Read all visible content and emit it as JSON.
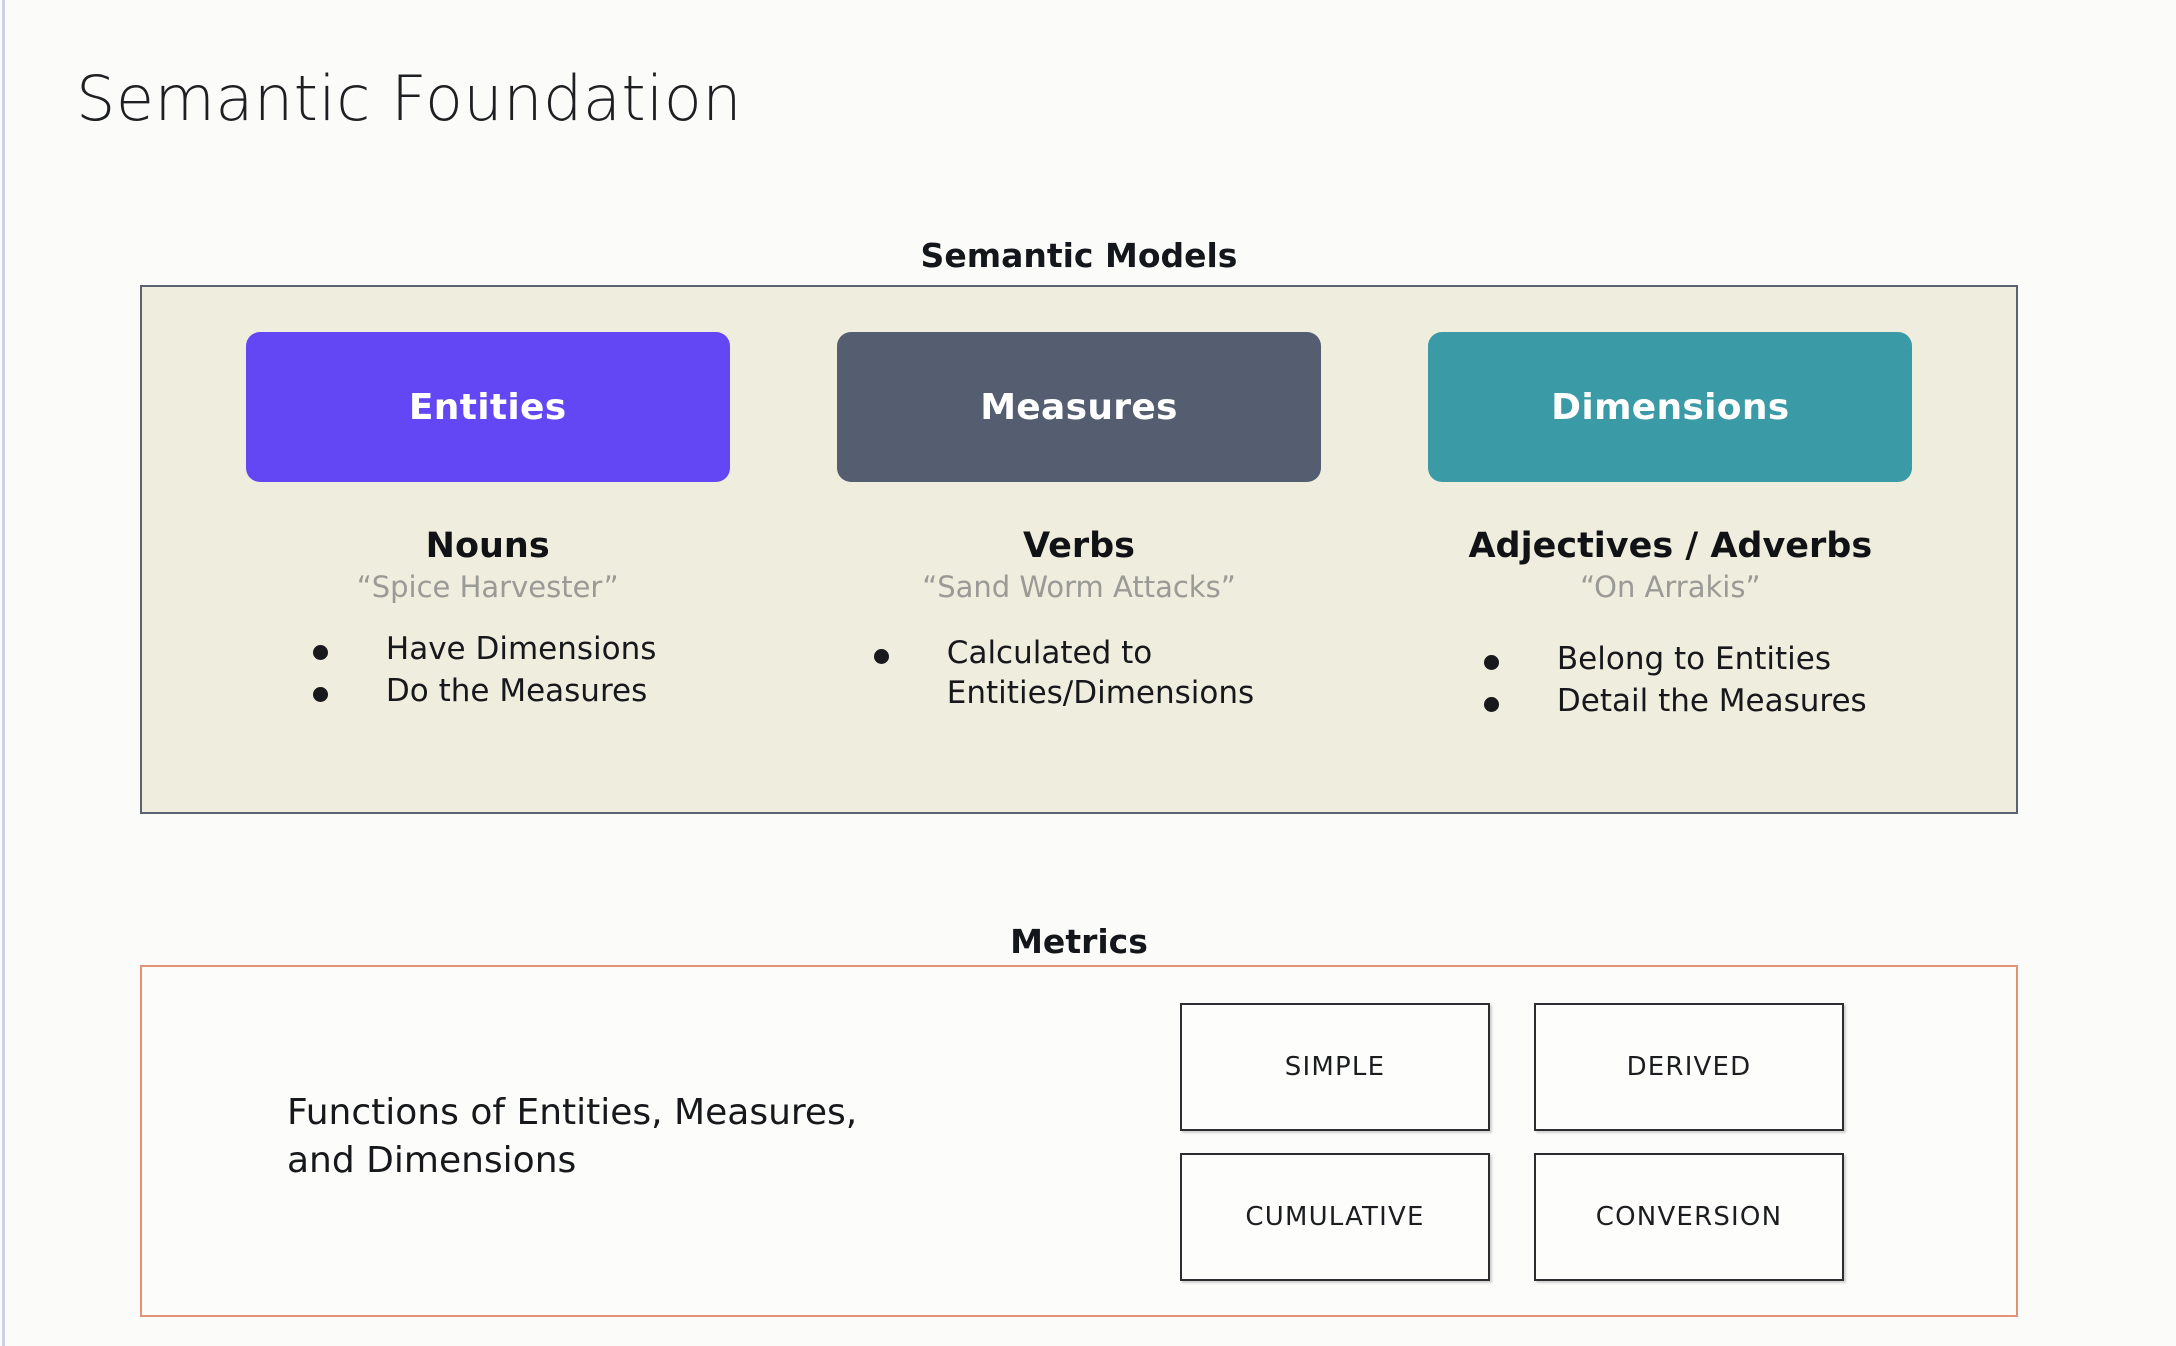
{
  "page": {
    "title": "Semantic Foundation",
    "background_color": "#fbfbf9"
  },
  "semantic_models": {
    "heading": "Semantic Models",
    "panel_background": "#efedde",
    "panel_border_color": "#5c6270",
    "columns": [
      {
        "chip_label": "Entities",
        "chip_color": "#6347f5",
        "part_of_speech": "Nouns",
        "example": "“Spice Harvester”",
        "bullets": [
          "Have Dimensions",
          "Do the Measures"
        ]
      },
      {
        "chip_label": "Measures",
        "chip_color": "#555d70",
        "part_of_speech": "Verbs",
        "example": "“Sand Worm Attacks”",
        "bullets": [
          "Calculated to\nEntities/Dimensions"
        ]
      },
      {
        "chip_label": "Dimensions",
        "chip_color": "#3a9aa5",
        "part_of_speech": "Adjectives / Adverbs",
        "example": "“On Arrakis”",
        "bullets": [
          "Belong to Entities",
          "Detail the Measures"
        ]
      }
    ]
  },
  "metrics": {
    "heading": "Metrics",
    "panel_border_color": "#e09375",
    "description": "Functions of Entities, Measures,\nand Dimensions",
    "types": [
      "SIMPLE",
      "DERIVED",
      "CUMULATIVE",
      "CONVERSION"
    ]
  }
}
